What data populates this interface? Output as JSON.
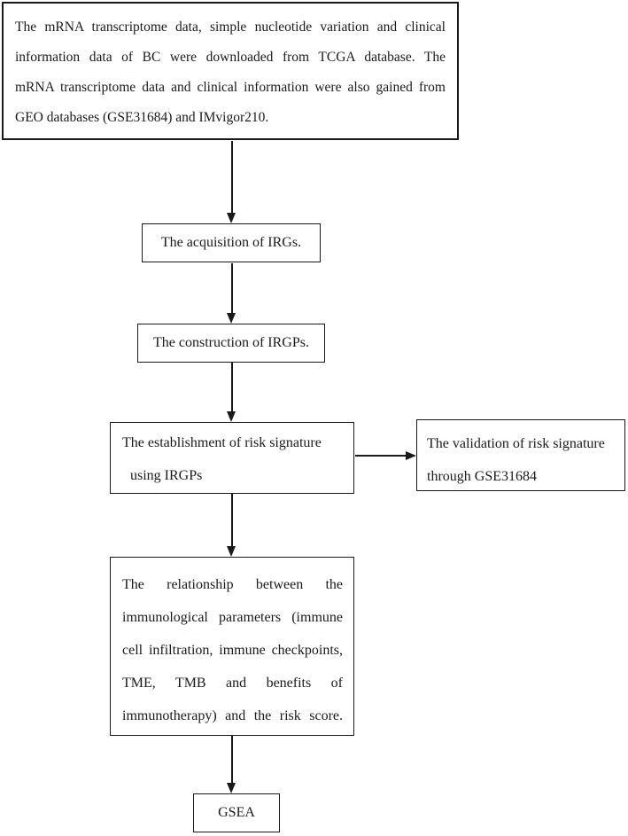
{
  "diagram": {
    "title_semantic": "Study workflow flowchart",
    "source_box": {
      "lines": [
        "The mRNA transcriptome data, simple nucleotide variation and clinical",
        "information data of BC were downloaded from TCGA database. The",
        "mRNA transcriptome data and clinical information were also gained from",
        "GEO databases (GSE31684) and IMvigor210."
      ]
    },
    "acquisition_box": {
      "label": "The acquisition of IRGs."
    },
    "construction_box": {
      "label": "The construction of IRGPs."
    },
    "risk_box": {
      "lines": [
        "The establishment of risk signature",
        "using IRGPs"
      ]
    },
    "validation_box": {
      "lines": [
        "The validation of risk signature",
        "through GSE31684"
      ]
    },
    "relationship_box": {
      "lines": [
        "The relationship between the",
        "immunological parameters (immune",
        "cell infiltration, immune checkpoints,",
        "TME, TMB and benefits of",
        "immunotherapy) and the risk score."
      ]
    },
    "gsea_box": {
      "label": "GSEA"
    }
  },
  "colors": {
    "ink": "#1a1a1a",
    "background": "#ffffff"
  }
}
